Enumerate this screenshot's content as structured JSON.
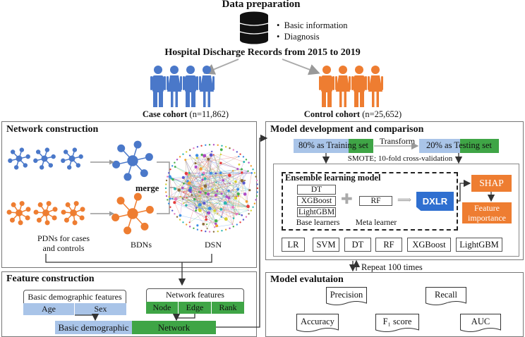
{
  "top": {
    "title": "Data preparation",
    "bullets": [
      "Basic information",
      "Diagnosis"
    ],
    "records_title": "Hospital Discharge Records from 2015 to 2019",
    "case_cohort_bold": "Case cohort",
    "case_cohort_n": " (n=11,862)",
    "control_cohort_bold": "Control cohort",
    "control_cohort_n": " (n=25,652)"
  },
  "network_panel": {
    "title": "Network construction",
    "merge": "merge",
    "pdn_label_1": "PDNs for cases",
    "pdn_label_2": "and controls",
    "bdn_label": "BDNs",
    "dsn_label": "DSN"
  },
  "feature_panel": {
    "title": "Feature construction",
    "basic_title": "Basic demographic features",
    "basic_cells": [
      "Age",
      "Sex"
    ],
    "network_title": "Network features",
    "network_cells": [
      "Node",
      "Edge",
      "Rank"
    ],
    "combined": [
      "Basic demographic",
      "Network"
    ]
  },
  "model_panel": {
    "title": "Model development and comparison",
    "training": "80% as Training set",
    "transform": "Transform",
    "testing": "20% as Testing set",
    "smote": "SMOTE; 10-fold cross-validation",
    "ensemble_title": "Ensemble learning model",
    "base_learners": [
      "DT",
      "XGBoost",
      "LightGBM"
    ],
    "base_label": "Base learners",
    "meta": "RF",
    "meta_label": "Meta learner",
    "dxlr": "DXLR",
    "shap": "SHAP",
    "feature_importance_1": "Feature",
    "feature_importance_2": "importance",
    "models": [
      "LR",
      "SVM",
      "DT",
      "RF",
      "XGBoost",
      "LightGBM"
    ],
    "repeat": "Repeat 100 times"
  },
  "eval_panel": {
    "title": "Model evalutaion",
    "metrics": [
      "Precision",
      "Recall",
      "Accuracy",
      "F₁ score",
      "AUC"
    ]
  },
  "colors": {
    "blue": "#4a78c9",
    "orange": "#ee7d31",
    "green": "#3fa546",
    "light_blue": "#a9c4e8",
    "dxlr": "#2f6fd0"
  }
}
